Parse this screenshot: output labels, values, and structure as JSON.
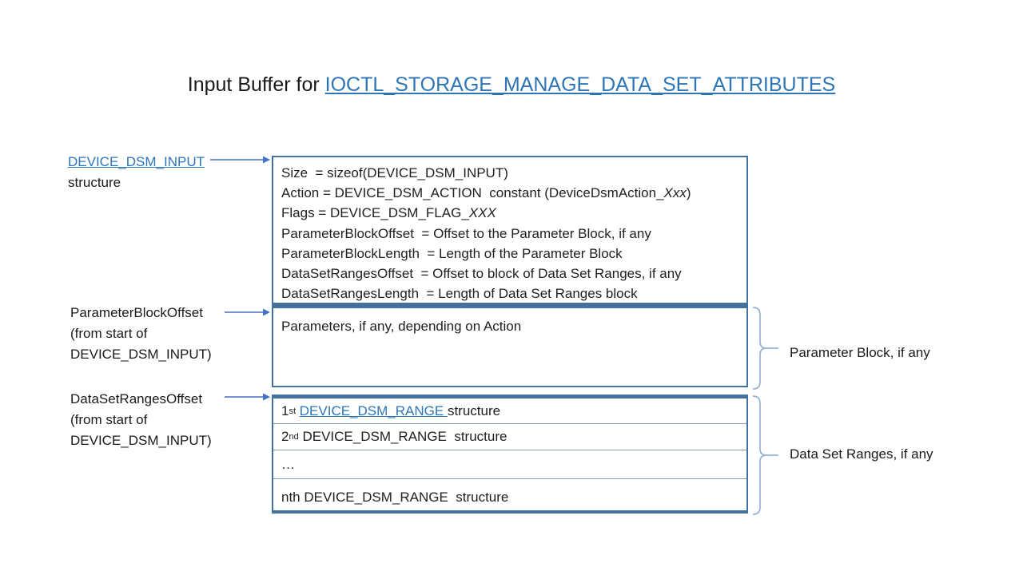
{
  "title": {
    "prefix": "Input Buffer for ",
    "link": "IOCTL_STORAGE_MANAGE_DATA_SET_ATTRIBUTES"
  },
  "left_labels": {
    "input_struct": {
      "link": "DEVICE_DSM_INPUT",
      "line2": "structure"
    },
    "param_offset": {
      "line1": "ParameterBlockOffset",
      "line2": "(from start of",
      "line3": "DEVICE_DSM_INPUT)"
    },
    "ranges_offset": {
      "line1": "DataSetRangesOffset",
      "line2": "(from start of",
      "line3": "DEVICE_DSM_INPUT)"
    }
  },
  "input_box": {
    "line1": "Size  = sizeof(DEVICE_DSM_INPUT)",
    "line2_pre": "Action = DEVICE_DSM_ACTION  constant (DeviceDsmAction_",
    "line2_italic": "Xxx",
    "line2_post": ")",
    "line3_pre": "Flags = DEVICE_DSM_FLAG_",
    "line3_italic": "XXX",
    "line4": "ParameterBlockOffset  = Offset to the Parameter Block, if any",
    "line5": "ParameterBlockLength  = Length of the Parameter Block",
    "line6": "DataSetRangesOffset  = Offset to block of Data Set Ranges, if any",
    "line7": "DataSetRangesLength  = Length of Data Set Ranges block"
  },
  "parameter_box": {
    "text": "Parameters, if any, depending on Action"
  },
  "range_rows": {
    "row1": {
      "num": "1",
      "sup": "st",
      "gap": " ",
      "link": "DEVICE_DSM_RANGE ",
      "rest": "structure"
    },
    "row2": {
      "num": "2",
      "sup": "nd",
      "rest": " DEVICE_DSM_RANGE  structure"
    },
    "row3": {
      "text": "…"
    },
    "row4": {
      "text": "nth DEVICE_DSM_RANGE  structure"
    }
  },
  "right_labels": {
    "parameter_block": "Parameter Block, if any",
    "data_set_ranges": "Data Set Ranges, if any"
  },
  "colors": {
    "box_border": "#41719C",
    "row_separator": "#7C9EC0",
    "hyperlink": "#2E75B6",
    "arrow": "#4472C4",
    "brace": "#95B3D7",
    "text": "#1A1A1A",
    "background": "#FFFFFF"
  }
}
